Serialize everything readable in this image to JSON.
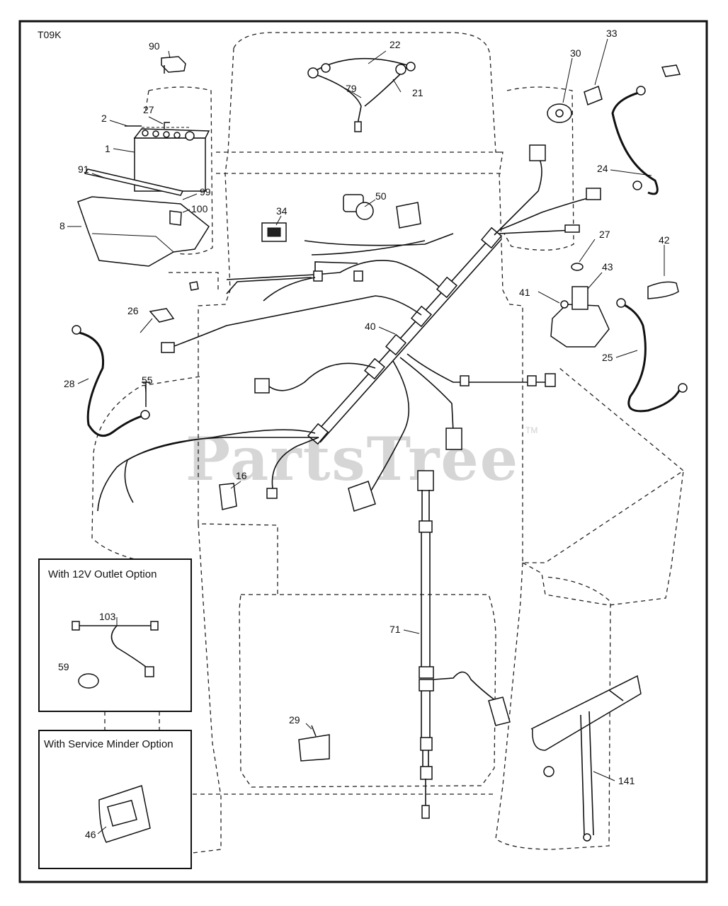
{
  "diagram_code": "T09K",
  "watermark": {
    "text": "PartsTree",
    "trademark": "TM"
  },
  "callouts": {
    "c90": "90",
    "c22": "22",
    "c79": "79",
    "c21": "21",
    "c30": "30",
    "c33": "33",
    "c2": "2",
    "c27a": "27",
    "c1": "1",
    "c91": "91",
    "c99": "99",
    "c100": "100",
    "c8": "8",
    "c24": "24",
    "c50": "50",
    "c34": "34",
    "c27b": "27",
    "c42": "42",
    "c43": "43",
    "c41": "41",
    "c26": "26",
    "c40": "40",
    "c25": "25",
    "c28": "28",
    "c55": "55",
    "c16": "16",
    "c103": "103",
    "c59": "59",
    "c71": "71",
    "c29": "29",
    "c141": "141",
    "c46": "46"
  },
  "option_boxes": {
    "outlet_title": "With 12V Outlet Option",
    "minder_title": "With Service Minder Option"
  }
}
